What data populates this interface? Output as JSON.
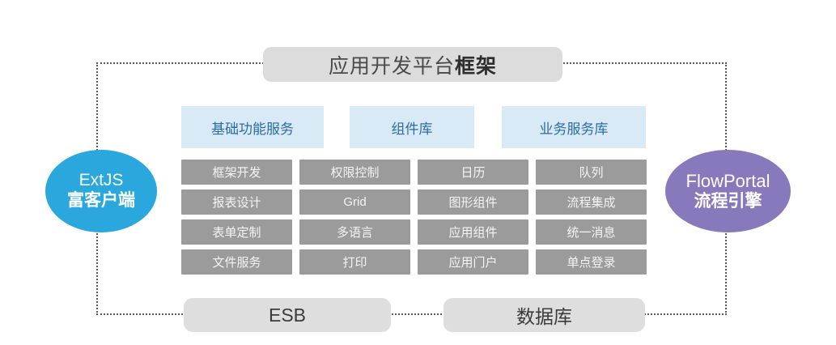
{
  "title": {
    "light": "应用开发平台",
    "bold": "框架"
  },
  "categories": [
    {
      "label": "基础功能服务"
    },
    {
      "label": "组件库"
    },
    {
      "label": "业务服务库"
    }
  ],
  "columns": [
    {
      "cells": [
        "框架开发",
        "报表设计",
        "表单定制",
        "文件服务"
      ]
    },
    {
      "cells": [
        "权限控制",
        "Grid",
        "多语言",
        "打印"
      ]
    },
    {
      "cells": [
        "日历",
        "图形组件",
        "应用组件",
        "应用门户"
      ]
    },
    {
      "cells": [
        "队列",
        "流程集成",
        "统一消息",
        "单点登录"
      ]
    }
  ],
  "grid_rows": [
    {
      "cells": [
        "框架开发",
        "权限控制",
        "日历",
        "队列"
      ]
    },
    {
      "cells": [
        "报表设计",
        "Grid",
        "图形组件",
        "流程集成"
      ]
    },
    {
      "cells": [
        "表单定制",
        "多语言",
        "应用组件",
        "统一消息"
      ]
    },
    {
      "cells": [
        "文件服务",
        "打印",
        "应用门户",
        "单点登录"
      ]
    }
  ],
  "left_node": {
    "line1": "ExtJS",
    "line2": "富客户端"
  },
  "right_node": {
    "line1": "FlowPortal",
    "line2": "流程引擎"
  },
  "bottom": {
    "esb": "ESB",
    "database": "数据库"
  },
  "colors": {
    "frame_border": "#5a5a5a",
    "title_pill": "#dcdcdc",
    "category_box": "#d9eaf7",
    "category_text": "#2b6ca3",
    "cell_fill": "#9b9b9b",
    "cell_text": "#f4f4f4",
    "left_node": "#2aa8de",
    "right_node": "#8878bc",
    "bottom_pill": "#dedede"
  }
}
